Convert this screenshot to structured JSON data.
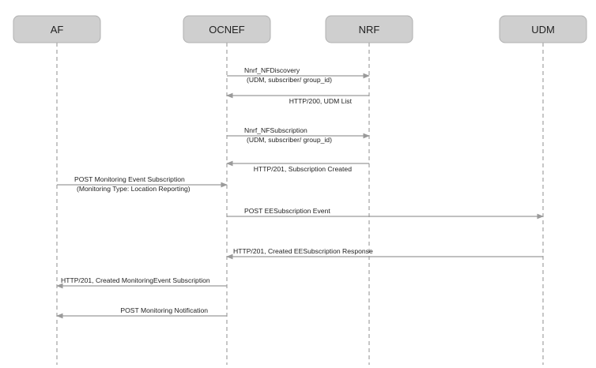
{
  "colors": {
    "actor_fill": "#cfcfcf",
    "actor_stroke": "#b0b0b0",
    "lifeline": "#8f8f8f",
    "arrow": "#9a9a9a",
    "text": "#222222"
  },
  "actors": [
    {
      "id": "af",
      "label": "AF"
    },
    {
      "id": "ocnef",
      "label": "OCNEF"
    },
    {
      "id": "nrf",
      "label": "NRF"
    },
    {
      "id": "udm",
      "label": "UDM"
    }
  ],
  "messages": [
    {
      "from": "ocnef",
      "to": "nrf",
      "lines": [
        "Nnrf_NFDiscovery",
        "(UDM, subscriber/ group_id)"
      ]
    },
    {
      "from": "nrf",
      "to": "ocnef",
      "lines": [
        "HTTP/200, UDM List"
      ]
    },
    {
      "from": "ocnef",
      "to": "nrf",
      "lines": [
        "Nnrf_NFSubscription",
        "(UDM, subscriber/ group_id)"
      ]
    },
    {
      "from": "nrf",
      "to": "ocnef",
      "lines": [
        "HTTP/201, Subscription Created"
      ]
    },
    {
      "from": "af",
      "to": "ocnef",
      "lines": [
        "POST Monitoring Event Subscription",
        "(Monitoring Type: Location Reporting)"
      ]
    },
    {
      "from": "ocnef",
      "to": "udm",
      "lines": [
        "POST EESubscription Event"
      ]
    },
    {
      "from": "udm",
      "to": "ocnef",
      "lines": [
        "HTTP/201, Created EESubscription Response"
      ]
    },
    {
      "from": "ocnef",
      "to": "af",
      "lines": [
        "HTTP/201, Created MonitoringEvent Subscription"
      ]
    },
    {
      "from": "ocnef",
      "to": "af",
      "lines": [
        "POST Monitoring Notification"
      ]
    }
  ]
}
